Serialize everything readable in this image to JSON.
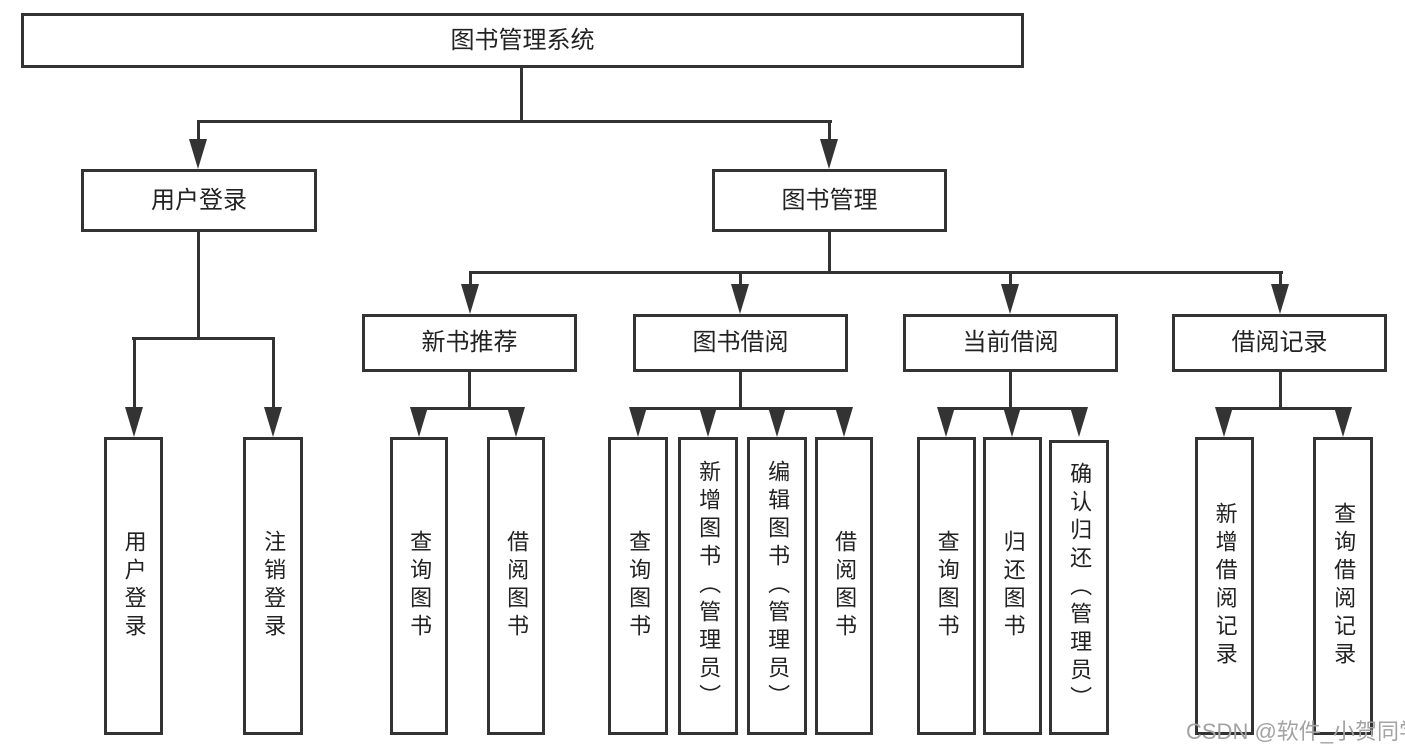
{
  "colors": {
    "line": "#333333",
    "text": "#222222",
    "watermark": "#a3a3a3",
    "background": "#ffffff"
  },
  "tree": {
    "label": "图书管理系统",
    "children": [
      {
        "label": "用户登录",
        "children": [
          {
            "label": "用户登录"
          },
          {
            "label": "注销登录"
          }
        ]
      },
      {
        "label": "图书管理",
        "children": [
          {
            "label": "新书推荐",
            "children": [
              {
                "label": "查询图书"
              },
              {
                "label": "借阅图书"
              }
            ]
          },
          {
            "label": "图书借阅",
            "children": [
              {
                "label": "查询图书"
              },
              {
                "label": "新增图书（管理员）"
              },
              {
                "label": "编辑图书（管理员）"
              },
              {
                "label": "借阅图书"
              }
            ]
          },
          {
            "label": "当前借阅",
            "children": [
              {
                "label": "查询图书"
              },
              {
                "label": "归还图书"
              },
              {
                "label": "确认归还（管理员）"
              }
            ]
          },
          {
            "label": "借阅记录",
            "children": [
              {
                "label": "新增借阅记录"
              },
              {
                "label": "查询借阅记录"
              }
            ]
          }
        ]
      }
    ]
  },
  "watermark": {
    "text": "CSDN @软件_小贺同学"
  }
}
